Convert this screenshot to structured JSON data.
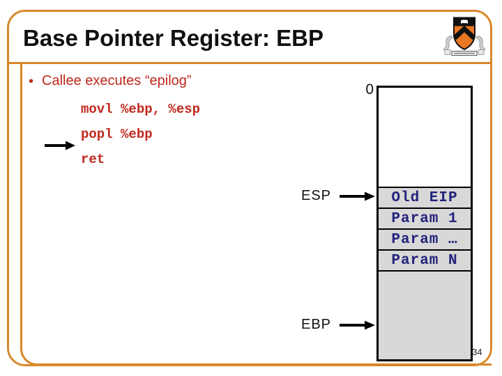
{
  "slide": {
    "title": "Base Pointer Register: EBP",
    "page_number": "34",
    "bullet_marker": "•",
    "bullet_text": "Callee executes “epilog”",
    "code_lines": [
      "movl %ebp, %esp",
      "popl %ebp",
      "ret"
    ]
  },
  "diagram": {
    "zero_label": "0",
    "esp_label": "ESP",
    "ebp_label": "EBP",
    "stack_rows": [
      "Old EIP",
      "Param 1",
      "Param …",
      "Param N"
    ]
  },
  "logo": {
    "name": "princeton-shield"
  },
  "colors": {
    "frame_orange": "#d9882a",
    "text_red": "#c0281e",
    "stack_text_navy": "#23237c",
    "cell_gray": "#d8d8d8",
    "shield_orange": "#e87722",
    "title_black": "#111111"
  }
}
